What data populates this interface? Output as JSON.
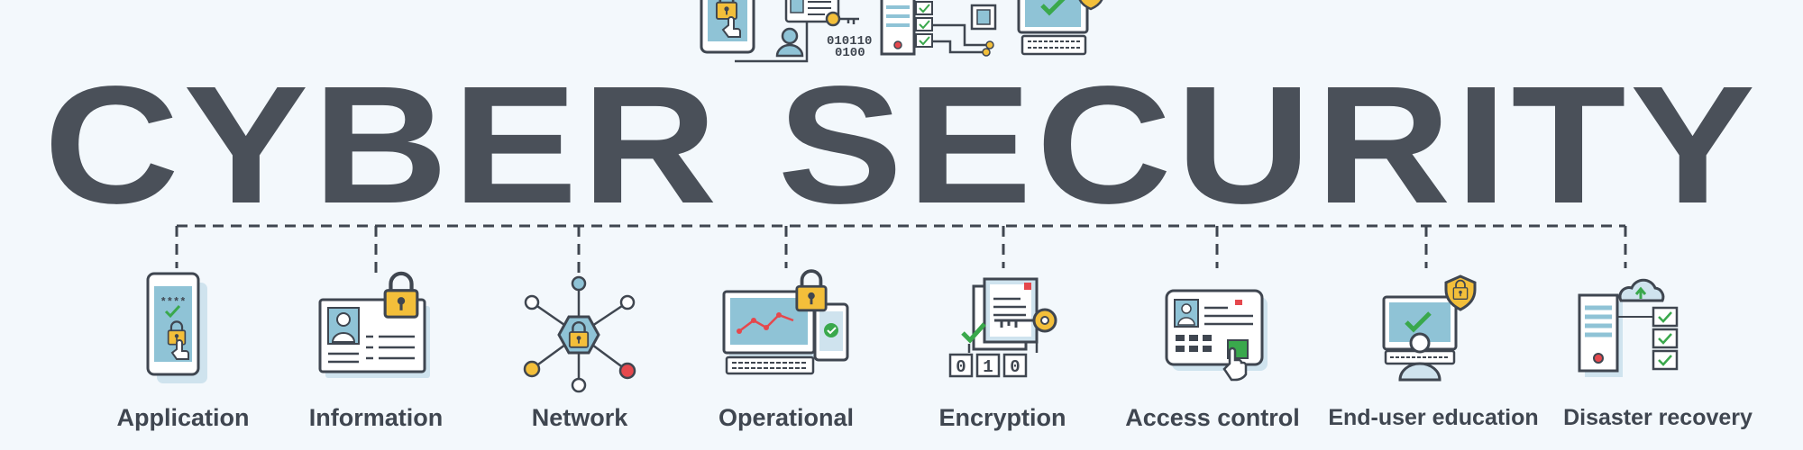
{
  "banner": {
    "title": "CYBER SECURITY",
    "top_binary": [
      "010110",
      "0100"
    ],
    "encryption_binary": [
      "0",
      "1",
      "0"
    ],
    "app_pin": "****"
  },
  "categories": [
    {
      "label": "Application",
      "icon": "phone-lock-icon"
    },
    {
      "label": "Information",
      "icon": "id-card-lock-icon"
    },
    {
      "label": "Network",
      "icon": "network-lock-icon"
    },
    {
      "label": "Operational",
      "icon": "computer-lock-icon"
    },
    {
      "label": "Encryption",
      "icon": "document-key-icon"
    },
    {
      "label": "Access control",
      "icon": "access-card-icon"
    },
    {
      "label": "End-user education",
      "icon": "user-shield-icon"
    },
    {
      "label": "Disaster recovery",
      "icon": "server-cloud-icon"
    }
  ],
  "colors": {
    "background": "#f3f8fc",
    "text": "#4a5059",
    "outline": "#3f4650",
    "screen": "#8fc3d6",
    "lock": "#f3bf3a",
    "check": "#3aa84c",
    "red": "#e5484d"
  }
}
